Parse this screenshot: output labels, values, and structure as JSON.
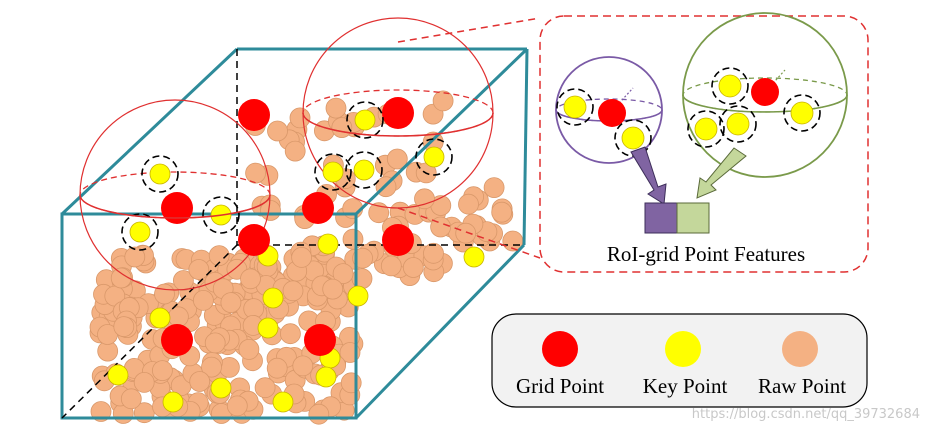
{
  "labels": {
    "roi_features": "RoI-grid Point Features",
    "grid_point": "Grid Point",
    "key_point": "Key Point",
    "raw_point": "Raw Point"
  },
  "watermark": "https://blog.csdn.net/qq_39732684",
  "colors": {
    "grid_point": "#ff0000",
    "key_point": "#ffff00",
    "raw_point": "#f4b183",
    "box_edge": "#2e8b9a",
    "sphere_red": "#e03030",
    "sphere_purple": "#7a5aa6",
    "sphere_green": "#7a9a4a",
    "feature_purple": "#8064a2",
    "feature_green": "#c4d79b"
  },
  "icons": {
    "grid_point": "red-dot-icon",
    "key_point": "yellow-dot-icon",
    "raw_point": "orange-dot-icon"
  }
}
